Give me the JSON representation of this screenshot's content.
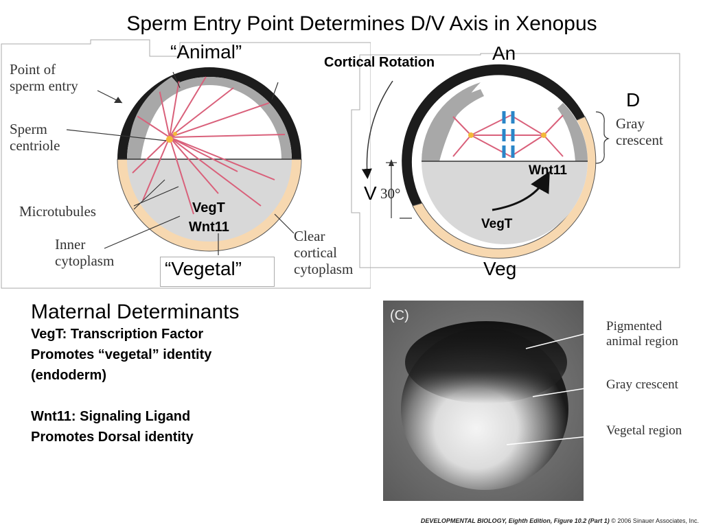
{
  "title": "Sperm Entry Point Determines D/V Axis in Xenopus",
  "left_diagram": {
    "animal_label": "“Animal”",
    "vegetal_label": "“Vegetal”",
    "point_of_sperm_entry": [
      "Point of",
      "sperm entry"
    ],
    "sperm_centriole": [
      "Sperm",
      "centriole"
    ],
    "microtubules": "Microtubules",
    "inner_cytoplasm": [
      "Inner",
      "cytoplasm"
    ],
    "clear_cortical_cytoplasm": [
      "Clear",
      "cortical",
      "cytoplasm"
    ],
    "vegt": "VegT",
    "wnt11": "Wnt11"
  },
  "right_diagram": {
    "cortical_rotation": "Cortical Rotation",
    "an": "An",
    "d": "D",
    "v": "V",
    "veg": "Veg",
    "angle": "30°",
    "gray_crescent": [
      "Gray",
      "crescent"
    ],
    "wnt11": "Wnt11",
    "vegt": "VegT"
  },
  "maternal": {
    "heading": "Maternal Determinants",
    "vegt_lines": [
      "VegT: Transcription Factor",
      "Promotes “vegetal” identity",
      "(endoderm)"
    ],
    "wnt11_lines": [
      "Wnt11: Signaling Ligand",
      "Promotes Dorsal identity"
    ]
  },
  "photo": {
    "panel_label": "(C)",
    "pigmented": [
      "Pigmented",
      "animal region"
    ],
    "gray_crescent": "Gray crescent",
    "vegetal_region": "Vegetal region"
  },
  "caption": {
    "book": "DEVELOPMENTAL BIOLOGY, Eighth Edition, Figure 10.2 (Part 1)",
    "copyright": "© 2006 Sinauer Associates, Inc."
  },
  "colors": {
    "pigment": "#1c1c1c",
    "gray": "#a8a8a8",
    "light_gray": "#d8d8d8",
    "cortex": "#f7d8b0",
    "microtubule": "#d9607a",
    "blue": "#2a86c8"
  }
}
